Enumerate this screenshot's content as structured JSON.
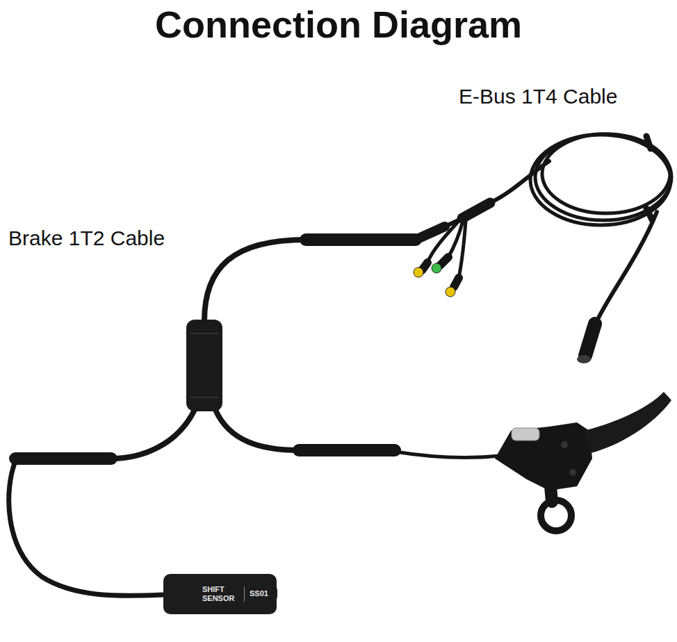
{
  "diagram": {
    "title": "Connection Diagram",
    "nodes": [
      {
        "text": [
          "SHIFT SENSOR",
          "SS01"
        ]
      }
    ],
    "labels": [
      "E-Bus 1T4 Cable",
      "Brake 1T2 Cable"
    ]
  }
}
